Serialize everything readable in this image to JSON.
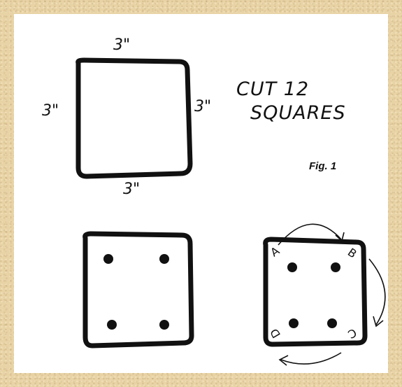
{
  "dimensions": {
    "top": "3\"",
    "left": "3\"",
    "right": "3\"",
    "bottom": "3\""
  },
  "instruction": {
    "line1": "CUT 12",
    "line2": "SQUARES"
  },
  "figure_label": "Fig. 1",
  "corner_labels": {
    "a": "A",
    "b": "B",
    "c": "C",
    "d": "D"
  },
  "colors": {
    "background": "#e8d3a6",
    "panel": "#ffffff",
    "ink": "#111111"
  }
}
